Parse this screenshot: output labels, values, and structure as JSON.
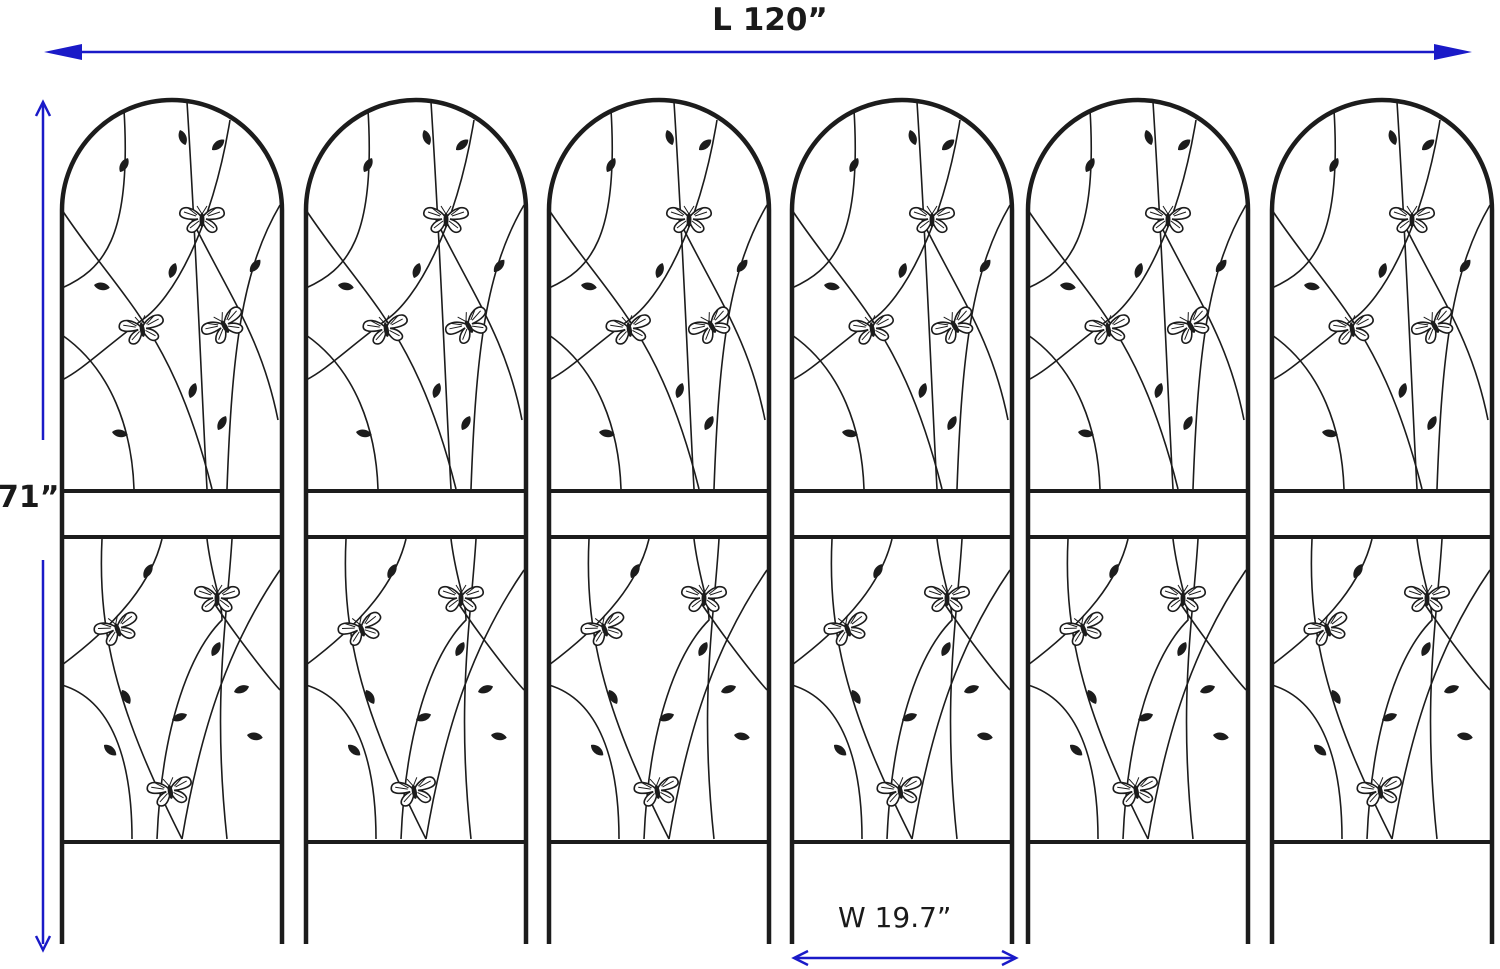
{
  "figure": {
    "subject": "Set of six arched metal garden trellis panels with leaf and butterfly pattern",
    "panel_count": 6,
    "butterflies_per_panel": 6,
    "colors": {
      "background": "#ffffff",
      "frame": "#1c1c1c",
      "dimension_arrow": "#1a1ac8",
      "label_text": "#1a1a1a"
    }
  },
  "dimensions": {
    "length": {
      "label": "L 120”",
      "value": 120,
      "unit": "in",
      "arrow": "horizontal double-headed, top"
    },
    "height": {
      "label": "71”",
      "value": 71,
      "unit": "in",
      "arrow": "vertical double-headed, left"
    },
    "width": {
      "label": "W 19.7”",
      "value": 19.7,
      "unit": "in",
      "arrow": "horizontal double-headed, under fourth panel"
    }
  },
  "panels": [
    {
      "name": "panel-1"
    },
    {
      "name": "panel-2"
    },
    {
      "name": "panel-3"
    },
    {
      "name": "panel-4"
    },
    {
      "name": "panel-5"
    },
    {
      "name": "panel-6"
    }
  ]
}
